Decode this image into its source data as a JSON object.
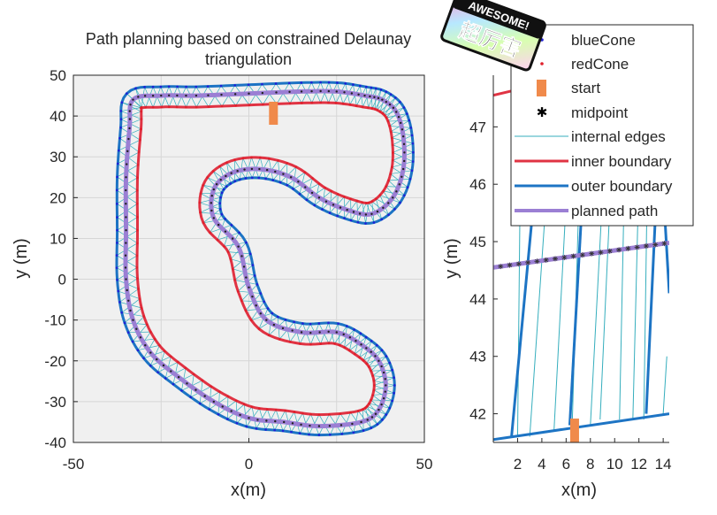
{
  "chart_data": [
    {
      "type": "line",
      "title_line1": "Path planning based on constrained Delaunay",
      "title_line2": "triangulation",
      "xlabel": "x(m)",
      "ylabel": "y (m)",
      "xlim": [
        -50,
        50
      ],
      "ylim": [
        -40,
        50
      ],
      "xticks": [
        -50,
        0,
        50
      ],
      "yticks": [
        -40,
        -30,
        -20,
        -10,
        0,
        10,
        20,
        30,
        40,
        50
      ],
      "xtick_labels": [
        "-50",
        "0",
        "50"
      ],
      "ytick_labels": [
        "-40",
        "-30",
        "-20",
        "-10",
        "0",
        "10",
        "20",
        "30",
        "40",
        "50"
      ],
      "grid": true,
      "centerline": [
        [
          -33,
          44
        ],
        [
          -25,
          45
        ],
        [
          -15,
          45
        ],
        [
          0,
          45.5
        ],
        [
          15,
          46
        ],
        [
          25,
          46
        ],
        [
          33,
          45
        ],
        [
          38,
          44
        ],
        [
          42,
          41
        ],
        [
          44,
          35
        ],
        [
          44,
          27
        ],
        [
          41,
          20
        ],
        [
          35,
          16
        ],
        [
          28,
          17
        ],
        [
          20,
          20
        ],
        [
          12,
          25
        ],
        [
          3,
          27
        ],
        [
          -5,
          26
        ],
        [
          -10,
          22
        ],
        [
          -10,
          15
        ],
        [
          -3,
          8
        ],
        [
          0,
          -2
        ],
        [
          5,
          -10
        ],
        [
          15,
          -13
        ],
        [
          25,
          -13
        ],
        [
          32,
          -16
        ],
        [
          37,
          -20
        ],
        [
          39,
          -26
        ],
        [
          37,
          -32
        ],
        [
          32,
          -35
        ],
        [
          20,
          -36
        ],
        [
          10,
          -35
        ],
        [
          0,
          -34
        ],
        [
          -10,
          -30
        ],
        [
          -20,
          -24
        ],
        [
          -28,
          -18
        ],
        [
          -33,
          -10
        ],
        [
          -35,
          0
        ],
        [
          -35,
          12
        ],
        [
          -35,
          25
        ],
        [
          -34,
          37
        ],
        [
          -33,
          44
        ]
      ],
      "start": [
        7,
        40
      ],
      "series": [
        {
          "name": "blueCone",
          "color": "#1f1fd6"
        },
        {
          "name": "redCone",
          "color": "#e0202b"
        },
        {
          "name": "start",
          "color": "#f08a4b"
        },
        {
          "name": "midpoint",
          "color": "#000000"
        },
        {
          "name": "internal edges",
          "color": "#35aebd"
        },
        {
          "name": "inner boundary",
          "color": "#e03343"
        },
        {
          "name": "outer boundary",
          "color": "#1d74c4"
        },
        {
          "name": "planned path",
          "color": "#9b7fd4"
        }
      ]
    },
    {
      "type": "line",
      "xlabel": "x(m)",
      "ylabel": "y (m)",
      "xlim": [
        0,
        14.5
      ],
      "ylim": [
        41.5,
        47.9
      ],
      "xticks": [
        2,
        4,
        6,
        8,
        10,
        12,
        14
      ],
      "yticks": [
        42,
        43,
        44,
        45,
        46,
        47
      ],
      "xtick_labels": [
        "2",
        "4",
        "6",
        "8",
        "10",
        "12",
        "14"
      ],
      "ytick_labels": [
        "42",
        "43",
        "44",
        "45",
        "46",
        "47"
      ],
      "grid": false,
      "planned_path": [
        [
          0,
          44.55
        ],
        [
          14.5,
          44.98
        ]
      ],
      "inner_boundary": [
        [
          0,
          47.55
        ],
        [
          2,
          47.65
        ]
      ],
      "outer_boundary_bottom": [
        [
          0,
          41.55
        ],
        [
          14.5,
          42.0
        ]
      ],
      "outer_edges_steep": [
        [
          [
            1.5,
            41.6
          ],
          [
            4.3,
            47.9
          ]
        ],
        [
          [
            6.3,
            41.8
          ],
          [
            7.9,
            47.9
          ]
        ],
        [
          [
            12.6,
            42.0
          ],
          [
            13.7,
            47.0
          ]
        ],
        [
          [
            13.7,
            47.0
          ],
          [
            14.5,
            44.1
          ]
        ]
      ],
      "internal_edges": [
        [
          [
            2,
            41.6
          ],
          [
            2.3,
            47.7
          ]
        ],
        [
          [
            3,
            41.6
          ],
          [
            4.5,
            46.2
          ]
        ],
        [
          [
            5,
            41.7
          ],
          [
            6.2,
            46.5
          ]
        ],
        [
          [
            6.5,
            41.8
          ],
          [
            7.2,
            46.8
          ]
        ],
        [
          [
            8,
            41.8
          ],
          [
            9.0,
            45.8
          ]
        ],
        [
          [
            8.8,
            41.9
          ],
          [
            9.9,
            47.0
          ]
        ],
        [
          [
            10.4,
            41.9
          ],
          [
            10.8,
            46.0
          ]
        ],
        [
          [
            11.5,
            41.9
          ],
          [
            11.9,
            45.3
          ]
        ],
        [
          [
            12.4,
            41.9
          ],
          [
            12.7,
            46.2
          ]
        ],
        [
          [
            14,
            42.0
          ],
          [
            14.3,
            43.0
          ]
        ]
      ],
      "start": [
        6.7,
        41.7
      ]
    }
  ],
  "legend": {
    "placement": "top-right",
    "items": [
      {
        "label": "blueCone"
      },
      {
        "label": "redCone"
      },
      {
        "label": "start"
      },
      {
        "label": "midpoint"
      },
      {
        "label": "internal edges"
      },
      {
        "label": "inner boundary"
      },
      {
        "label": "outer boundary"
      },
      {
        "label": "planned path"
      }
    ]
  },
  "badge": {
    "line1": "AWESOME!",
    "line2": "超厉害"
  }
}
